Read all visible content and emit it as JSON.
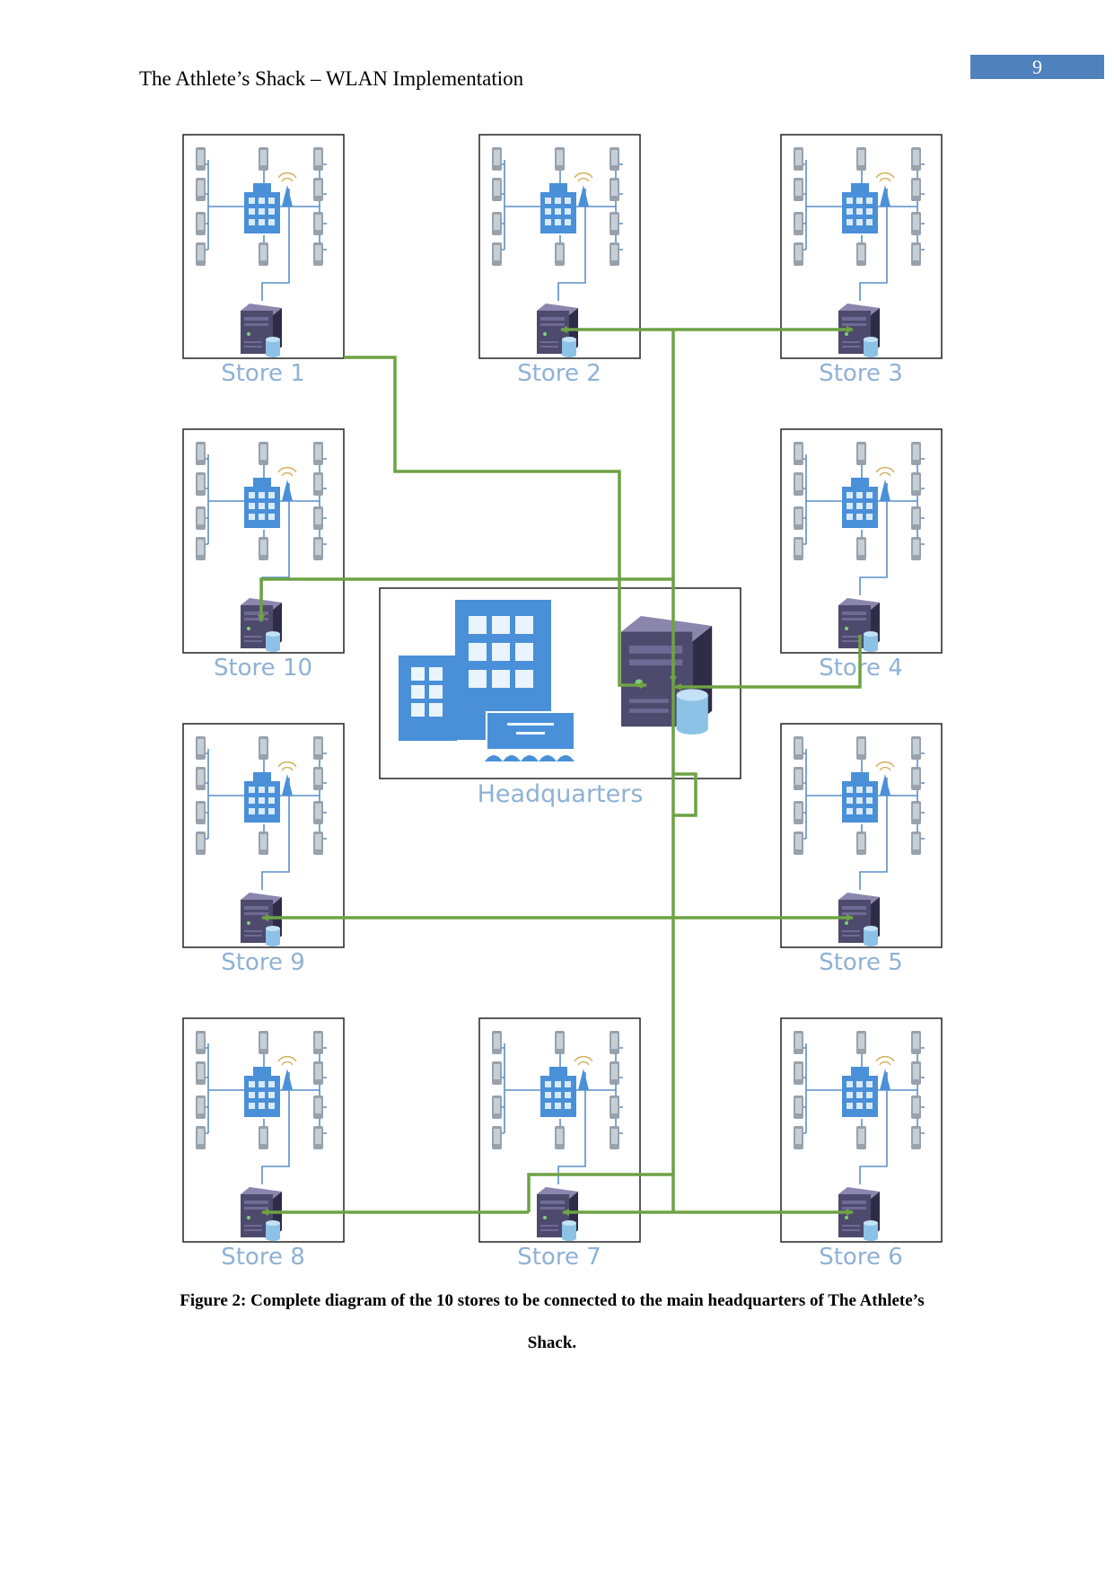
{
  "header": {
    "page_number": "9",
    "title": "The Athlete’s Shack – WLAN Implementation"
  },
  "diagram": {
    "headquarters_label": "Headquarters",
    "stores": [
      {
        "id": "1",
        "label": "Store 1"
      },
      {
        "id": "2",
        "label": "Store 2"
      },
      {
        "id": "3",
        "label": "Store 3"
      },
      {
        "id": "10",
        "label": "Store 10"
      },
      {
        "id": "4",
        "label": "Store 4"
      },
      {
        "id": "9",
        "label": "Store 9"
      },
      {
        "id": "5",
        "label": "Store 5"
      },
      {
        "id": "8",
        "label": "Store 8"
      },
      {
        "id": "7",
        "label": "Store 7"
      },
      {
        "id": "6",
        "label": "Store 6"
      }
    ],
    "colors": {
      "link": "#6ea244",
      "lan": "#5b8fc8",
      "building": "#4a90d9",
      "server": "#4e4a6e",
      "database": "#8cc2e6",
      "label": "#8fb1d6"
    }
  },
  "caption": {
    "line1": "Figure 2: Complete diagram of the 10 stores to be connected to the main headquarters of The Athlete’s",
    "line2": "Shack."
  }
}
